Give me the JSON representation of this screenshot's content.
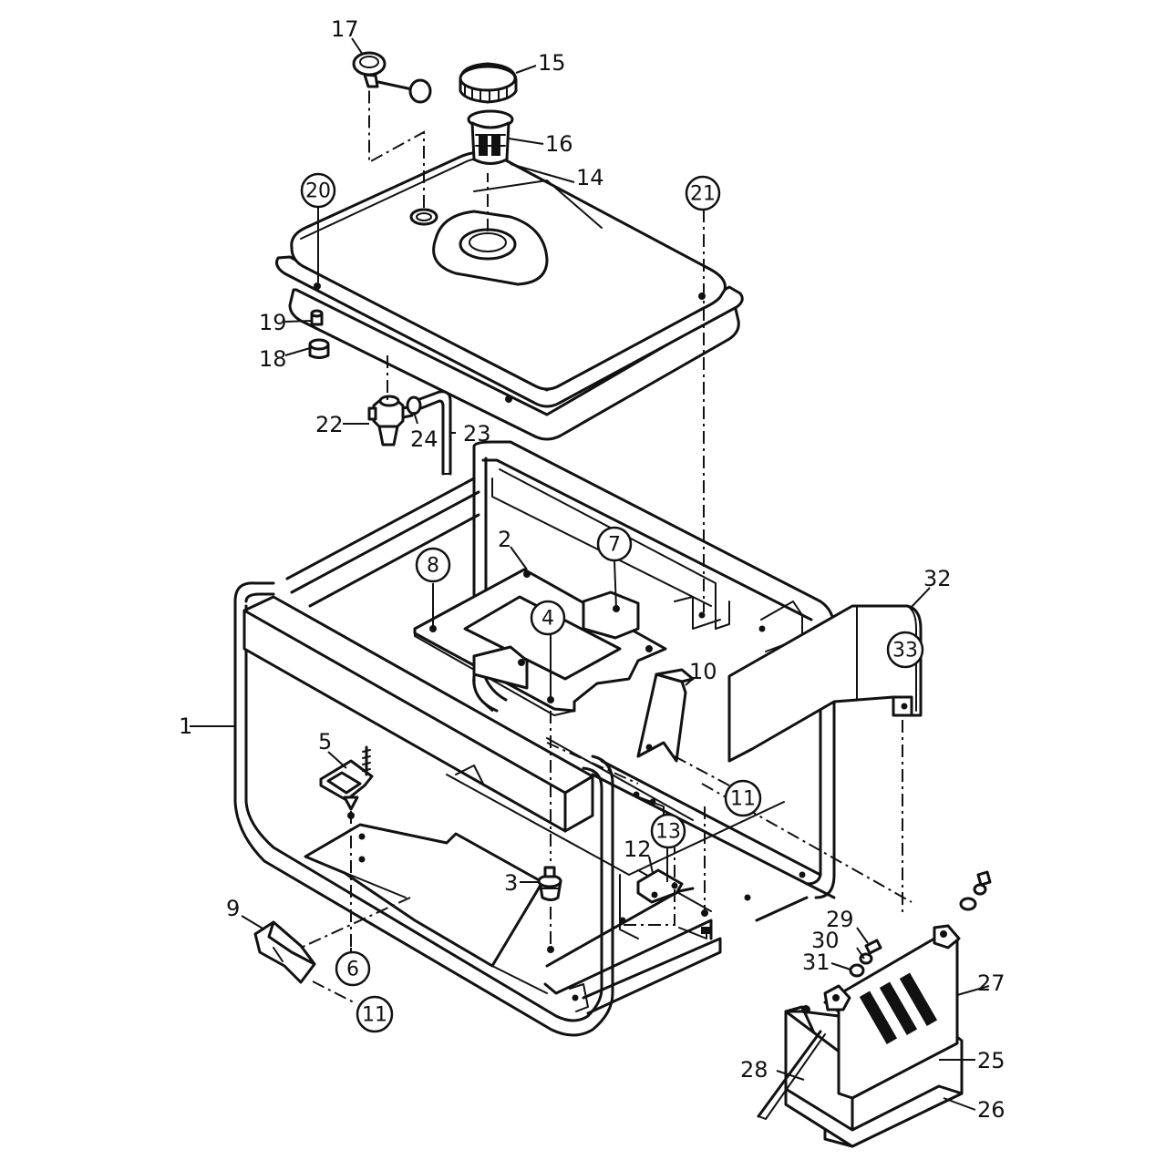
{
  "callouts": {
    "c1": "1",
    "c2": "2",
    "c3": "3",
    "c4": "4",
    "c5": "5",
    "c6": "6",
    "c7": "7",
    "c8": "8",
    "c9": "9",
    "c10": "10",
    "c11a": "11",
    "c11b": "11",
    "c12": "12",
    "c13": "13",
    "c14": "14",
    "c15": "15",
    "c16": "16",
    "c17": "17",
    "c18": "18",
    "c19": "19",
    "c20": "20",
    "c21": "21",
    "c22": "22",
    "c23": "23",
    "c24": "24",
    "c25": "25",
    "c26": "26",
    "c27": "27",
    "c28": "28",
    "c29": "29",
    "c30": "30",
    "c31": "31",
    "c32": "32",
    "c33": "33"
  }
}
